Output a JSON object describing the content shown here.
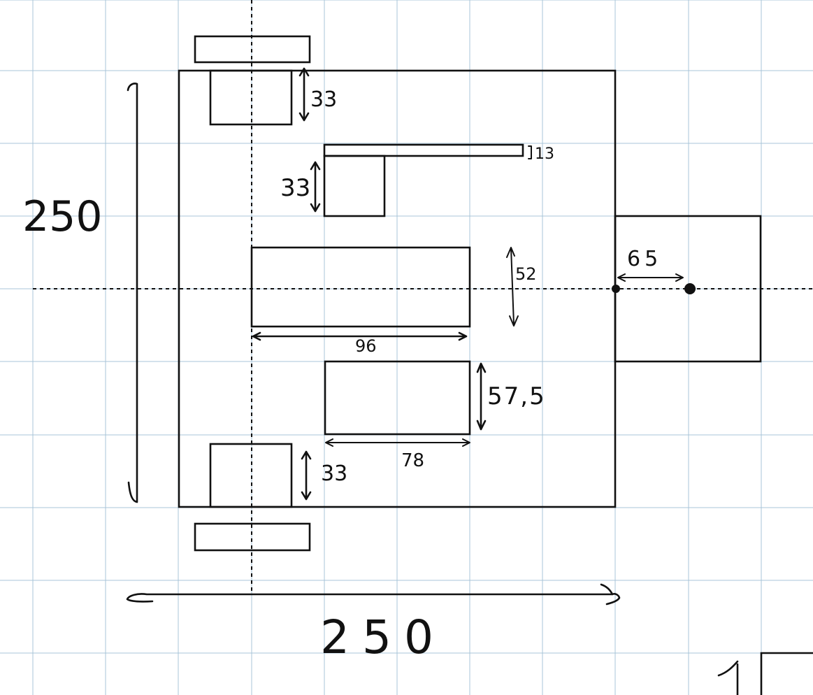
{
  "diagram": {
    "labels": {
      "outer_height": "250",
      "outer_width": "250",
      "top_wheel": "33",
      "bottom_wheel": "33",
      "thin_bar": "13",
      "small_block": "33",
      "center_block_height": "52",
      "center_block_width": "96",
      "lower_block_height": "57,5",
      "lower_block_width": "78",
      "offset": "65"
    }
  }
}
